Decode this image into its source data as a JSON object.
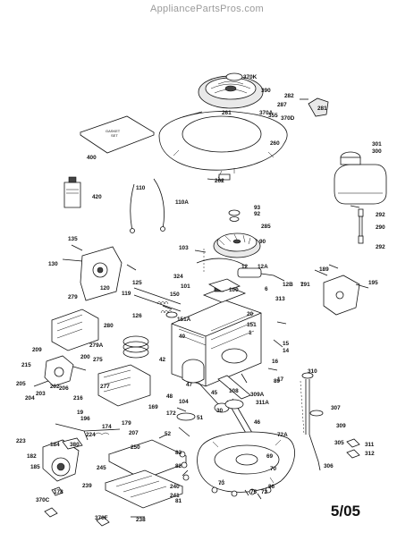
{
  "watermark": "AppliancePartsPros.com",
  "date_code": "5/05",
  "gasket_set_label": "GASKET\nSET",
  "part_labels": [
    {
      "id": "370K"
    },
    {
      "id": "390"
    },
    {
      "id": "282"
    },
    {
      "id": "281"
    },
    {
      "id": "287"
    },
    {
      "id": "261"
    },
    {
      "id": "355"
    },
    {
      "id": "370A"
    },
    {
      "id": "370D"
    },
    {
      "id": "260"
    },
    {
      "id": "400"
    },
    {
      "id": "301"
    },
    {
      "id": "300"
    },
    {
      "id": "262"
    },
    {
      "id": "420"
    },
    {
      "id": "110"
    },
    {
      "id": "110A"
    },
    {
      "id": "93"
    },
    {
      "id": "92"
    },
    {
      "id": "285"
    },
    {
      "id": "292"
    },
    {
      "id": "290"
    },
    {
      "id": "292"
    },
    {
      "id": "135"
    },
    {
      "id": "103"
    },
    {
      "id": "90"
    },
    {
      "id": "12"
    },
    {
      "id": "12A"
    },
    {
      "id": "130"
    },
    {
      "id": "120"
    },
    {
      "id": "119"
    },
    {
      "id": "324"
    },
    {
      "id": "101"
    },
    {
      "id": "100"
    },
    {
      "id": "12B"
    },
    {
      "id": "6"
    },
    {
      "id": "7"
    },
    {
      "id": "313"
    },
    {
      "id": "189"
    },
    {
      "id": "191"
    },
    {
      "id": "195"
    },
    {
      "id": "279"
    },
    {
      "id": "125"
    },
    {
      "id": "126"
    },
    {
      "id": "150"
    },
    {
      "id": "20"
    },
    {
      "id": "151A"
    },
    {
      "id": "151"
    },
    {
      "id": "280"
    },
    {
      "id": "279A"
    },
    {
      "id": "40"
    },
    {
      "id": "1"
    },
    {
      "id": "42"
    },
    {
      "id": "15"
    },
    {
      "id": "14"
    },
    {
      "id": "209"
    },
    {
      "id": "200"
    },
    {
      "id": "215"
    },
    {
      "id": "275"
    },
    {
      "id": "206"
    },
    {
      "id": "205"
    },
    {
      "id": "203"
    },
    {
      "id": "204"
    },
    {
      "id": "202"
    },
    {
      "id": "16"
    },
    {
      "id": "17"
    },
    {
      "id": "89"
    },
    {
      "id": "310"
    },
    {
      "id": "277"
    },
    {
      "id": "47"
    },
    {
      "id": "45"
    },
    {
      "id": "108"
    },
    {
      "id": "309A"
    },
    {
      "id": "311A"
    },
    {
      "id": "169"
    },
    {
      "id": "172"
    },
    {
      "id": "48"
    },
    {
      "id": "104"
    },
    {
      "id": "30"
    },
    {
      "id": "51"
    },
    {
      "id": "307"
    },
    {
      "id": "216"
    },
    {
      "id": "19"
    },
    {
      "id": "196"
    },
    {
      "id": "174"
    },
    {
      "id": "207"
    },
    {
      "id": "179"
    },
    {
      "id": "46"
    },
    {
      "id": "224"
    },
    {
      "id": "223"
    },
    {
      "id": "184"
    },
    {
      "id": "380"
    },
    {
      "id": "52"
    },
    {
      "id": "72A"
    },
    {
      "id": "309"
    },
    {
      "id": "305"
    },
    {
      "id": "182"
    },
    {
      "id": "185"
    },
    {
      "id": "250"
    },
    {
      "id": "69"
    },
    {
      "id": "311"
    },
    {
      "id": "312"
    },
    {
      "id": "83"
    },
    {
      "id": "245"
    },
    {
      "id": "82"
    },
    {
      "id": "70"
    },
    {
      "id": "306"
    },
    {
      "id": "178"
    },
    {
      "id": "239"
    },
    {
      "id": "240"
    },
    {
      "id": "81"
    },
    {
      "id": "73"
    },
    {
      "id": "86"
    },
    {
      "id": "241"
    },
    {
      "id": "75"
    },
    {
      "id": "72"
    },
    {
      "id": "370C"
    },
    {
      "id": "370F"
    },
    {
      "id": "238"
    }
  ]
}
